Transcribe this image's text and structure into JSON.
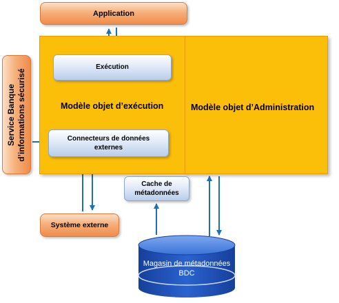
{
  "nodes": {
    "application": "Application",
    "execution": "Exécution",
    "execution_model": "Modèle objet d’exécution",
    "admin_model": "Modèle objet d’Administration",
    "connectors_line1": "Connecteurs de données",
    "connectors_line2": "externes",
    "secure_store_line1": "Service Banque",
    "secure_store_line2": "d’informations sécurisé",
    "metadata_cache_line1": "Cache de",
    "metadata_cache_line2": "métadonnées",
    "external_system": "Système externe",
    "metadata_store_line1": "Magasin de métadonnées",
    "metadata_store_line2": "BDC"
  },
  "colors": {
    "panel": "#fbbf0a",
    "arrow": "#1f6fb3",
    "database": "#1b4fb5"
  }
}
